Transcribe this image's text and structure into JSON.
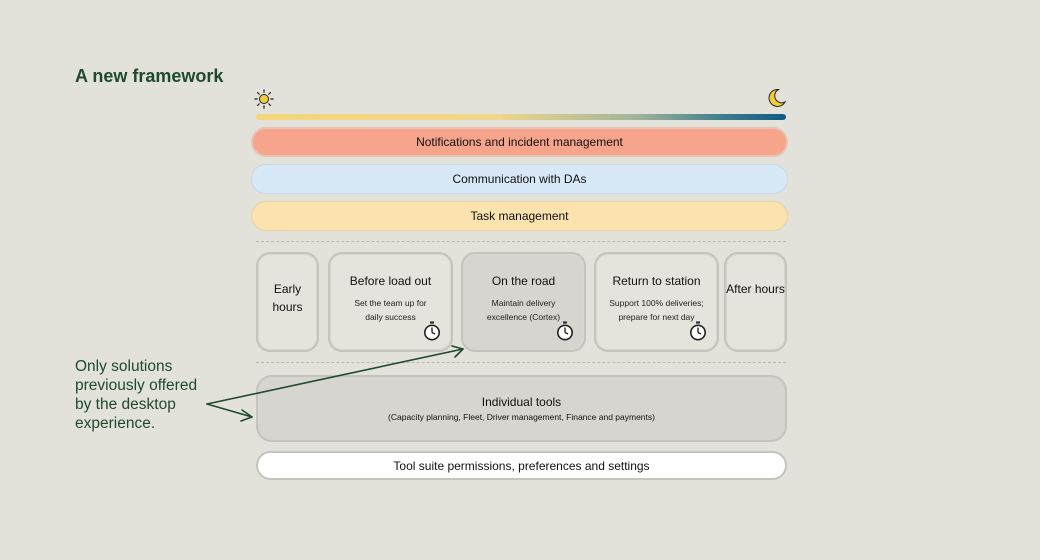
{
  "title": "A new framework",
  "icons": {
    "start": "sun-icon",
    "end": "moon-icon",
    "phase_marker": "stopwatch-icon"
  },
  "bands": {
    "notifications": "Notifications and incident management",
    "communication": "Communication with DAs",
    "tasks": "Task management"
  },
  "phases": [
    {
      "title": "Early hours",
      "subtitle": ""
    },
    {
      "title": "Before load out",
      "subtitle": "Set the team up for daily success"
    },
    {
      "title": "On the road",
      "subtitle": "Maintain delivery excellence (Cortex)"
    },
    {
      "title": "Return to station",
      "subtitle": "Support 100% deliveries; prepare for next day"
    },
    {
      "title": "After hours",
      "subtitle": ""
    }
  ],
  "tools": {
    "title": "Individual tools",
    "subtitle": "(Capacity planning, Fleet, Driver management, Finance and payments)"
  },
  "settings": "Tool suite permissions, preferences and settings",
  "annotation": "Only solutions previously offered by the desktop experience.",
  "colors": {
    "background": "#e2e1da",
    "title": "#1f4a2c",
    "notifications": "#f6a48c",
    "communication": "#d7e9f6",
    "tasks": "#fae3ae",
    "gradient_start": "#f3d57c",
    "gradient_end": "#0f5a86"
  }
}
